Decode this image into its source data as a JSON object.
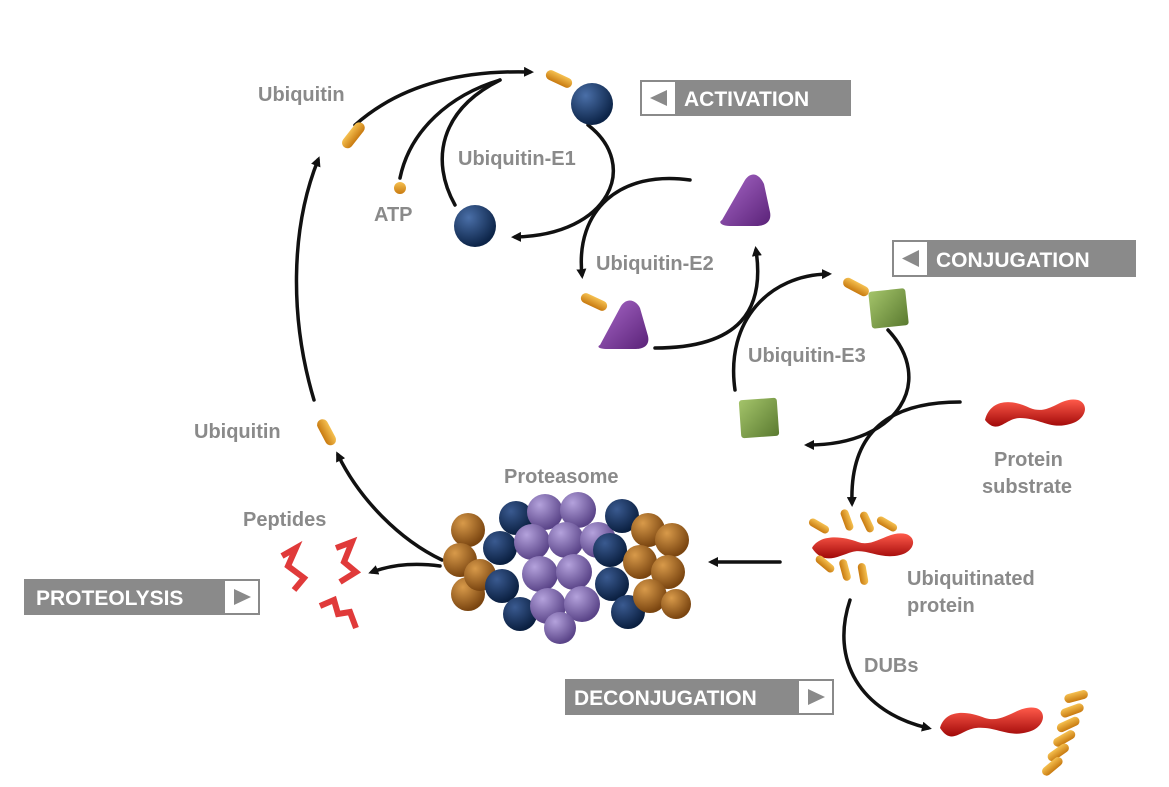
{
  "stages": {
    "activation": "ACTIVATION",
    "conjugation": "CONJUGATION",
    "proteolysis": "PROTEOLYSIS",
    "deconjugation": "DECONJUGATION"
  },
  "labels": {
    "ubiquitin_top": "Ubiquitin",
    "atp": "ATP",
    "e1": "Ubiquitin-E1",
    "e2": "Ubiquitin-E2",
    "e3": "Ubiquitin-E3",
    "protein_substrate_1": "Protein",
    "protein_substrate_2": "substrate",
    "proteasome": "Proteasome",
    "peptides": "Peptides",
    "ubiquitin_left": "Ubiquitin",
    "ubiquitinated_1": "Ubiquitinated",
    "ubiquitinated_2": "protein",
    "dubs": "DUBs"
  },
  "colors": {
    "ubiquitin": "#e8a020",
    "e1": "#12325e",
    "e2": "#7a3a9a",
    "e3": "#7ea04a",
    "protein": "#d01818",
    "peptide": "#e03a3a",
    "proteasome_core": "#7a62a8",
    "proteasome_cap": "#a8651a",
    "stage_box": "#8a8a8a"
  }
}
